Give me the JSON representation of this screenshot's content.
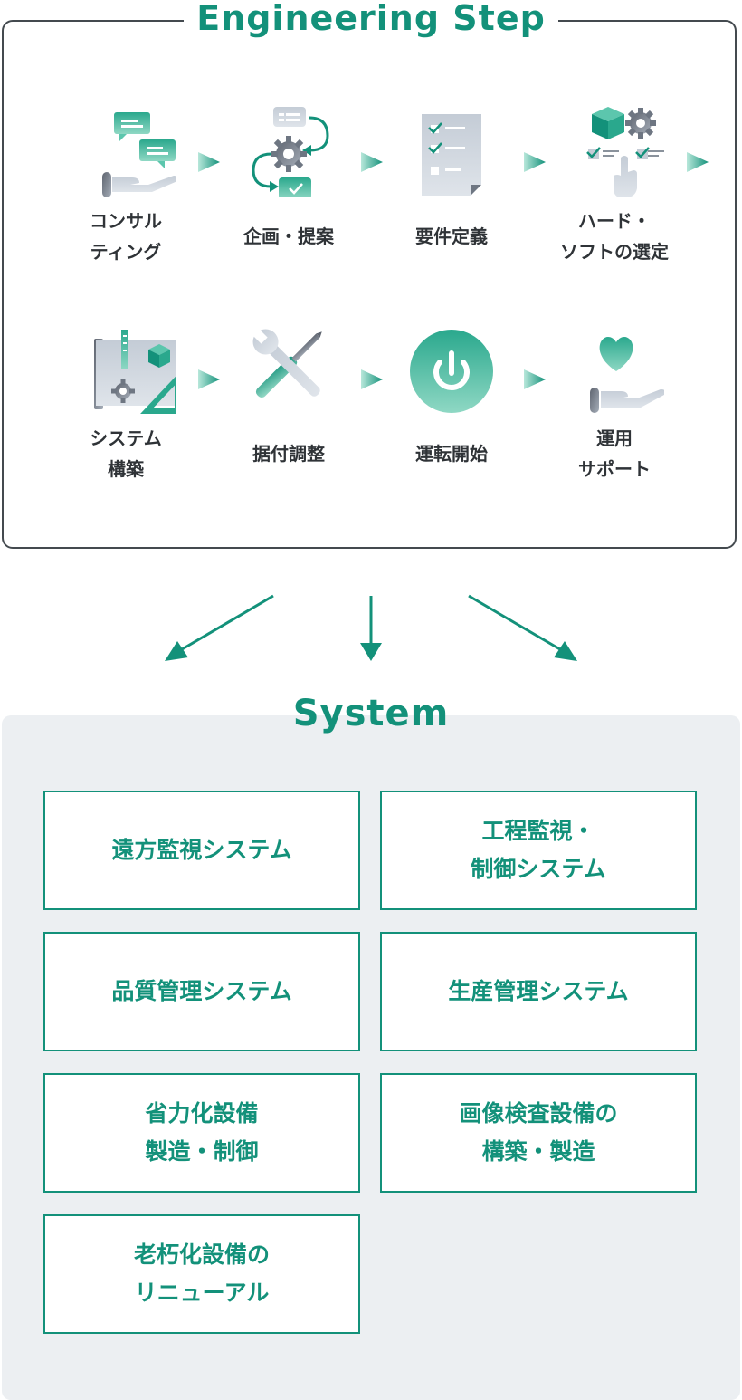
{
  "engineering": {
    "title": "Engineering Step",
    "steps": [
      {
        "label": "コンサル\nティング",
        "icon": "consulting-icon"
      },
      {
        "label": "企画・提案",
        "icon": "planning-cycle-icon"
      },
      {
        "label": "要件定義",
        "icon": "checklist-document-icon"
      },
      {
        "label": "ハード・\nソフトの選定",
        "icon": "hardware-software-select-icon"
      },
      {
        "label": "システム\n構築",
        "icon": "blueprint-build-icon"
      },
      {
        "label": "据付調整",
        "icon": "tools-icon"
      },
      {
        "label": "運転開始",
        "icon": "power-icon"
      },
      {
        "label": "運用\nサポート",
        "icon": "heart-hand-icon"
      }
    ]
  },
  "system": {
    "title": "System",
    "items": [
      {
        "label": "遠方監視システム"
      },
      {
        "label": "工程監視・\n制御システム"
      },
      {
        "label": "品質管理システム"
      },
      {
        "label": "生産管理システム"
      },
      {
        "label": "省力化設備\n製造・制御"
      },
      {
        "label": "画像検査設備の\n構築・製造"
      },
      {
        "label": "老朽化設備の\nリニューアル"
      }
    ]
  },
  "colors": {
    "accent": "#13917a",
    "accent_light": "#5cc6ad",
    "gray_dark": "#6e7682",
    "gray_light": "#c9d1da",
    "panel_bg": "#eceff2",
    "border": "#444a4f"
  }
}
